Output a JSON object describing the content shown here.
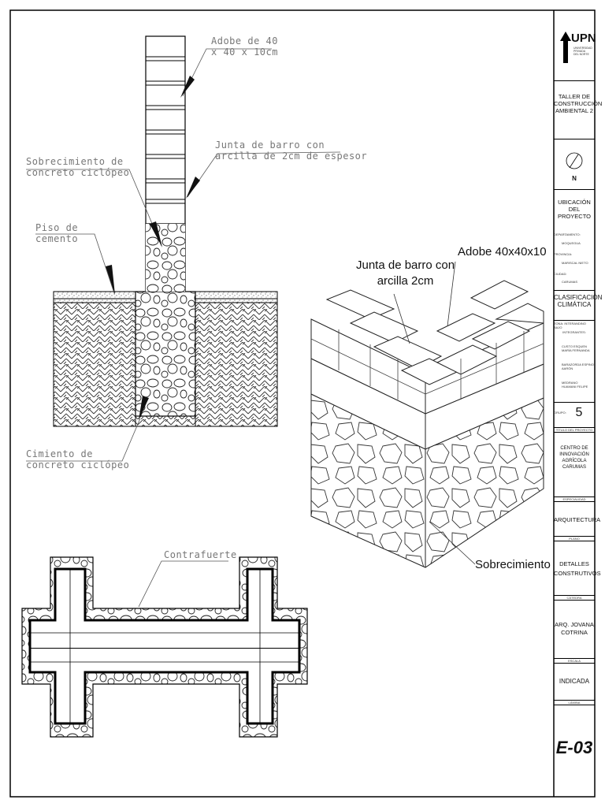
{
  "labels": {
    "adobe_section": "Adobe de 40\nx 40 x 10cm",
    "junta_section": "Junta de barro con\narcilla de 2cm de espesor",
    "sobrecimiento_section": "Sobrecimiento de\nconcreto ciclópeo",
    "piso": "Piso de\ncemento",
    "cimiento": "Cimiento de\nconcreto ciclópeo",
    "contrafuerte": "Contrafuerte",
    "iso_junta": "Junta de barro con\narcilla 2cm",
    "iso_adobe": "Adobe 40x40x10",
    "iso_sobrecimiento": "Sobrecimiento"
  },
  "title_block": {
    "logo_text": "UPN",
    "logo_sub": "UNIVERSIDAD\nPRIVADA\nDEL NORTE",
    "course": "TALLER DE\nCONSTRUCCIÓN\nAMBIENTAL 2",
    "north": "N",
    "ubicacion_title": "UBICACIÓN\nDEL\nPROYECTO",
    "departamento_label": "DEPARTAMENTO:",
    "departamento": "MOQUEGUA",
    "provincia_label": "PROVINCIA:",
    "provincia": "MARISCAL NIETO",
    "ciudad_label": "CIUDAD:",
    "ciudad": "CARUMAS",
    "clasificacion_title": "CLASIFICACIÓN\nCLIMÁTICA",
    "zona": "ZONA: INTERANDINO BAJO",
    "integrantes_label": "INTEGRANTES:",
    "integrantes": [
      "CUSTO ESQUEN\nMARÍA FERNANDA",
      "BARAZORDA ESPINO\nAARÓN",
      "MEDRANO\nHUAMANI FELIPE"
    ],
    "grupo_label": "GRUPO:",
    "grupo": "5",
    "titulo_label": "TÍTULO DEL PROYECTO",
    "titulo": "CENTRO DE\nINNOVACIÓN\nAGRÍCOLA\nCARUMAS",
    "especialidad_label": "ESPECIALIDAD",
    "especialidad": "ARQUITECTURA",
    "plano_label": "PLANO",
    "plano": "DETALLES\nCONSTRUTIVOS",
    "catedra_label": "CÁTEDRA",
    "catedra": "ARQ. JOVANA\nCOTRINA",
    "escala_label": "ESCALA",
    "escala": "INDICADA",
    "lamina_label": "LÁMINA",
    "lamina": "E-03"
  }
}
